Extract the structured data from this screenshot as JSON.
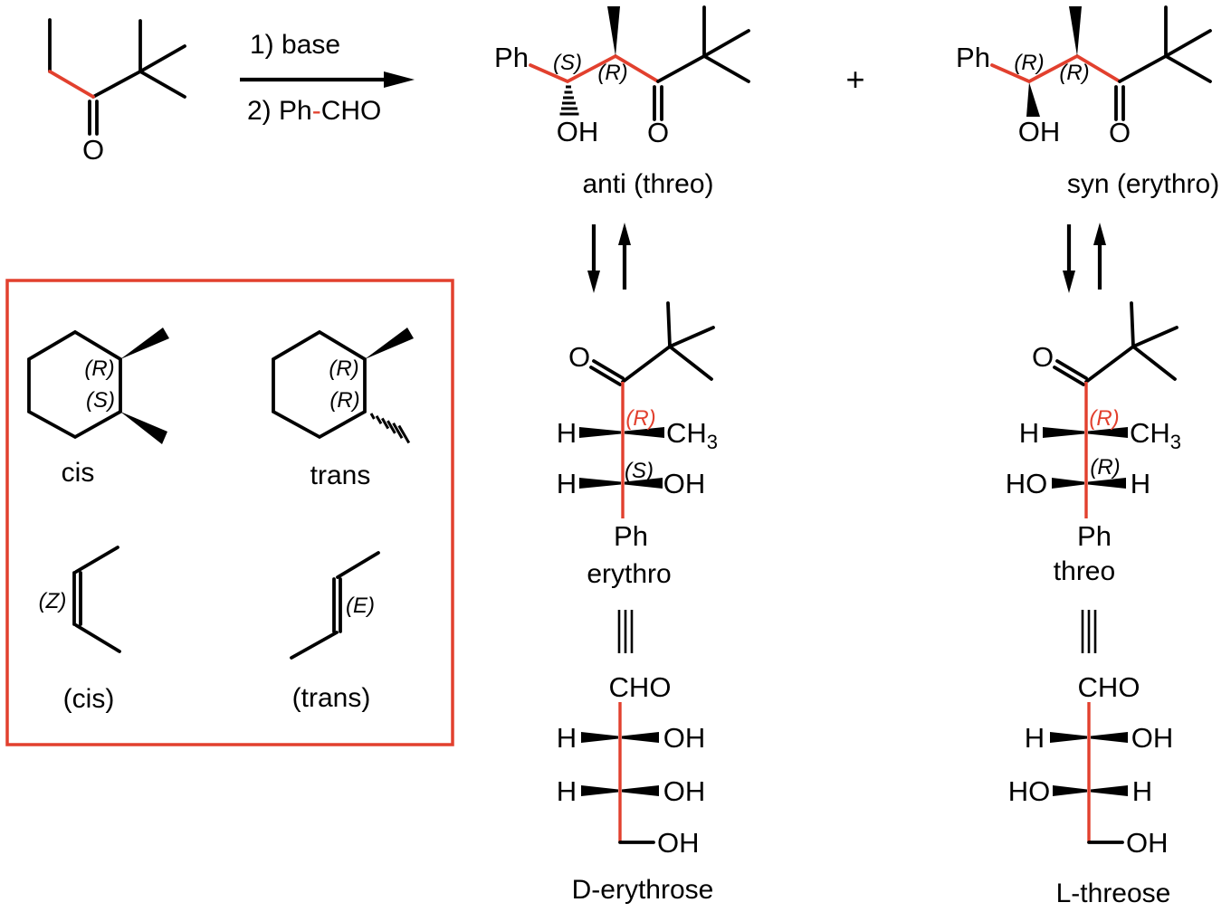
{
  "colors": {
    "bond_black": "#000000",
    "accent_red": "#e2402e"
  },
  "reaction": {
    "step1": "1) base",
    "step2_prefix": "2) Ph",
    "step2_hyphen": "-",
    "step2_suffix": "CHO",
    "plus": "+"
  },
  "starting_material": {
    "carbonyl_o": "O"
  },
  "anti_product": {
    "ph": "Ph",
    "c1_config": "(S)",
    "c2_config": "(R)",
    "oh": "OH",
    "carbonyl_o": "O",
    "caption": "anti (threo)"
  },
  "syn_product": {
    "ph": "Ph",
    "c1_config": "(R)",
    "c2_config": "(R)",
    "oh": "OH",
    "carbonyl_o": "O",
    "caption": "syn (erythro)"
  },
  "inset_box": {
    "cis_cyclohexane": {
      "top_config": "(R)",
      "bottom_config": "(S)",
      "caption": "cis"
    },
    "trans_cyclohexane": {
      "top_config": "(R)",
      "bottom_config": "(R)",
      "caption": "trans"
    },
    "z_alkene": {
      "config": "(Z)",
      "caption": "(cis)"
    },
    "e_alkene": {
      "config": "(E)",
      "caption": "(trans)"
    }
  },
  "erythro_fischer": {
    "carbonyl_o": "O",
    "row1_left": "H",
    "row1_config": "(R)",
    "row1_right_ch": "CH",
    "row1_right_sub": "3",
    "row2_left": "H",
    "row2_config": "(S)",
    "row2_right": "OH",
    "bottom": "Ph",
    "caption": "erythro"
  },
  "threo_fischer": {
    "carbonyl_o": "O",
    "row1_left": "H",
    "row1_config": "(R)",
    "row1_right_ch": "CH",
    "row1_right_sub": "3",
    "row2_left": "HO",
    "row2_config": "(R)",
    "row2_right": "H",
    "bottom": "Ph",
    "caption": "threo"
  },
  "d_erythrose": {
    "top": "CHO",
    "row1_left": "H",
    "row1_right": "OH",
    "row2_left": "H",
    "row2_right": "OH",
    "bottom_right": "OH",
    "caption": "D-erythrose"
  },
  "l_threose": {
    "top": "CHO",
    "row1_left": "H",
    "row1_right": "OH",
    "row2_left": "HO",
    "row2_right": "H",
    "bottom_right": "OH",
    "caption": "L-threose"
  }
}
